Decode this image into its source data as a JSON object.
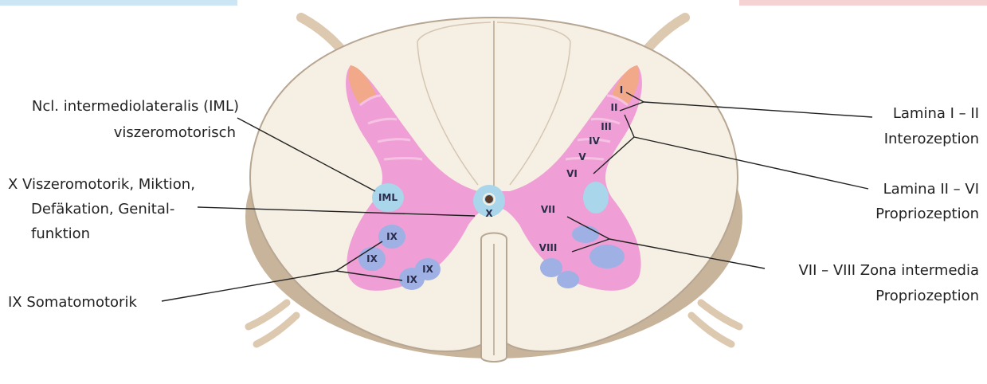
{
  "labels": {
    "iml_line1": "Ncl. intermediolateralis (IML)",
    "iml_line2": "viszeromotorisch",
    "x_line1": "X  Viszeromotorik, Miktion,",
    "x_line2": "Defäkation, Genital-",
    "x_line3": "funktion",
    "ix_text": "IX  Somatomotorik",
    "lam12_line1": "Lamina I – II",
    "lam12_line2": "Interozeption",
    "lam26_line1": "Lamina II – VI",
    "lam26_line2": "Propriozeption",
    "lam78_line1": "VII – VIII  Zona intermedia",
    "lam78_line2": "Propriozeption"
  },
  "marks": {
    "iml": "IML",
    "x": "X",
    "ix": "IX",
    "lamina_1": "I",
    "lamina_2": "II",
    "lamina_3": "III",
    "lamina_4": "IV",
    "lamina_5": "V",
    "lamina_6": "VI",
    "lamina_7": "VII",
    "lamina_8": "VIII"
  },
  "colors": {
    "white_matter": "#f6efe3",
    "outline": "#b7a692",
    "base": "#c7b49b",
    "grey_matter": "#ef9fd5",
    "laminae_1_2": "#f2a98a",
    "nuclei": "#a9d6ea",
    "motor_nuclei": "#9eb0e4",
    "nerve_roots": "#dcc9b0",
    "header_left": "#cde6f5",
    "header_right": "#f6d3d3"
  }
}
